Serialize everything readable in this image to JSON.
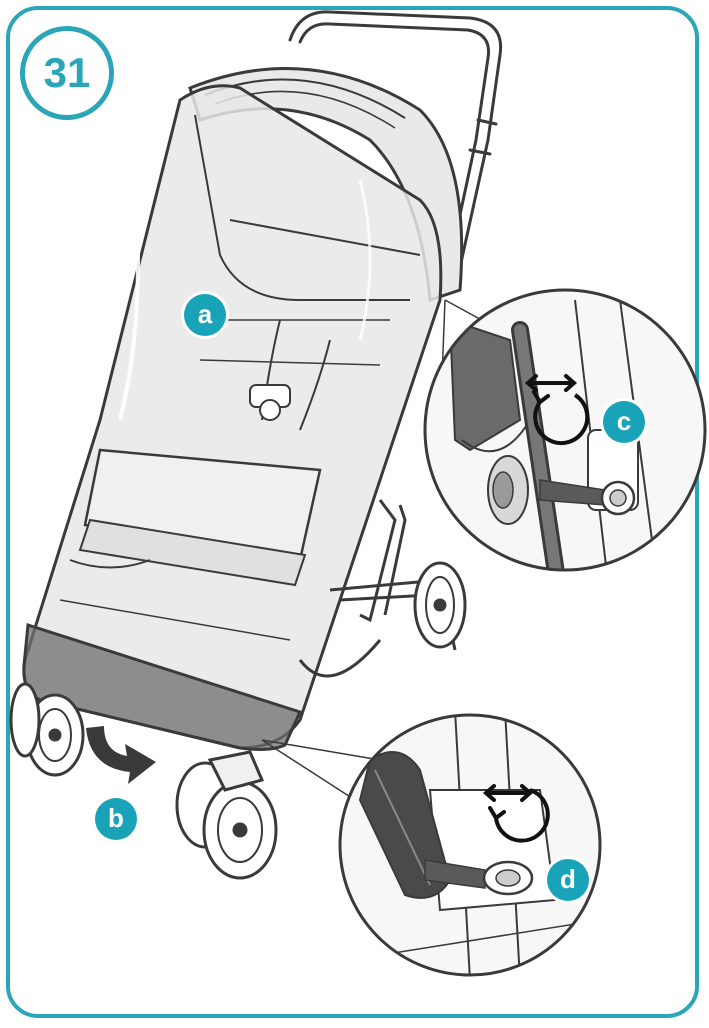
{
  "step": {
    "number": "31"
  },
  "callouts": {
    "a": "a",
    "b": "b",
    "c": "c",
    "d": "d"
  },
  "colors": {
    "accent": "#2aa6b8",
    "callout_fill": "#19a3b8",
    "line_art": "#3a3a3a",
    "cover_fill": "#e6e6e6",
    "dark_strap": "#5a5a5a"
  }
}
